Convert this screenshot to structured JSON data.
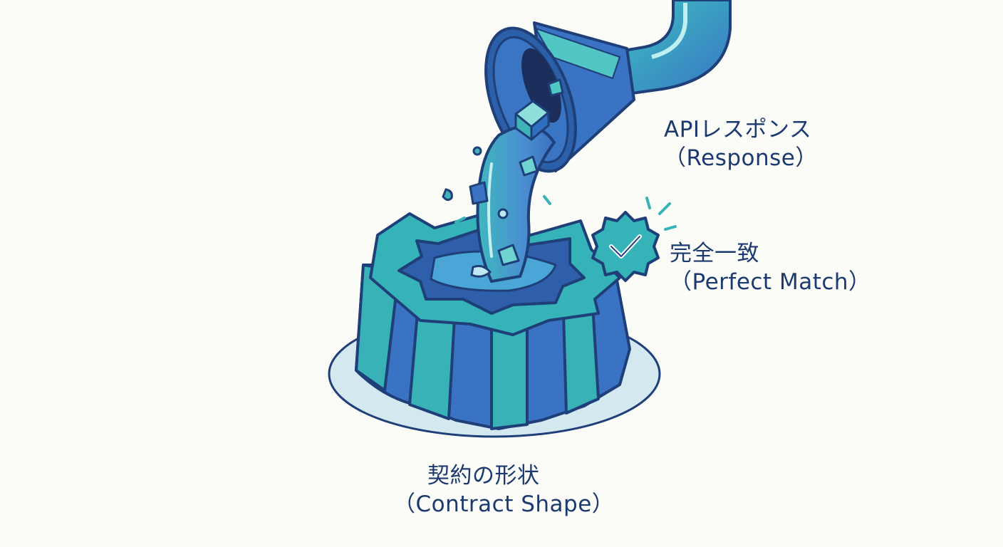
{
  "labels": {
    "response": {
      "ja": "APIレスポンス",
      "en": "（Response）"
    },
    "match": {
      "ja": "完全一致",
      "en": "（Perfect Match）"
    },
    "shape": {
      "ja": "契約の形状",
      "en": "（Contract Shape）"
    }
  },
  "icons": [
    "pipe-nozzle-icon",
    "check-badge-icon",
    "star-mold-icon",
    "cube-icon",
    "splash-icon"
  ],
  "colors": {
    "outline": "#1f3f78",
    "teal": "#35b3b8",
    "blue": "#3a73c4",
    "light_teal": "#6fd3cf",
    "shadow": "#d3e8ef",
    "text": "#1c3a70"
  }
}
